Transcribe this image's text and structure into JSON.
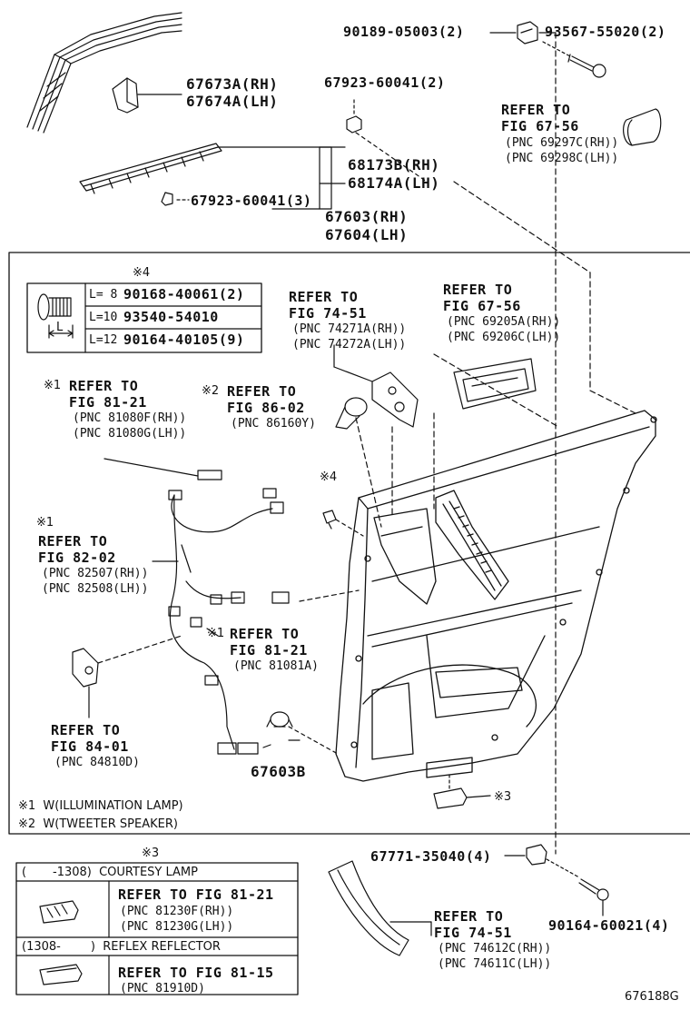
{
  "parts": {
    "p90189": "90189-05003(2)",
    "p93567": "93567-55020(2)",
    "p67673": "67673A(RH)",
    "p67674": "67674A(LH)",
    "p67923a": "67923-60041(2)",
    "p68173": "68173B(RH)",
    "p68174": "68174A(LH)",
    "p67923b": "67923-60041(3)",
    "p67603rh": "67603(RH)",
    "p67604lh": "67604(LH)",
    "p67603b": "67603B",
    "p67771": "67771-35040(4)",
    "p90164": "90164-60021(4)"
  },
  "refers": {
    "r6756top": {
      "l1": "REFER TO",
      "l2": "FIG 67-56",
      "l3": "(PNC 69297C(RH))",
      "l4": "(PNC 69298C(LH))"
    },
    "r7451": {
      "l1": "REFER TO",
      "l2": "FIG 74-51",
      "l3": "(PNC 74271A(RH))",
      "l4": "(PNC 74272A(LH))"
    },
    "r6756mid": {
      "l1": "REFER TO",
      "l2": "FIG 67-56",
      "l3": "(PNC 69205A(RH))",
      "l4": "(PNC 69206C(LH))"
    },
    "r8121a": {
      "mark": "※1",
      "l1": "REFER TO",
      "l2": "FIG 81-21",
      "l3": "(PNC 81080F(RH))",
      "l4": "(PNC 81080G(LH))"
    },
    "r8602": {
      "mark": "※2",
      "l1": "REFER TO",
      "l2": "FIG 86-02",
      "l3": "(PNC 86160Y)"
    },
    "r8202": {
      "mark": "※1",
      "l1": "REFER TO",
      "l2": "FIG 82-02",
      "l3": "(PNC 82507(RH))",
      "l4": "(PNC 82508(LH))"
    },
    "r8121b": {
      "mark": "※1",
      "l1": "REFER TO",
      "l2": "FIG 81-21",
      "l3": "(PNC 81081A)"
    },
    "r8401": {
      "l1": "REFER TO",
      "l2": "FIG 84-01",
      "l3": "(PNC 84810D)"
    },
    "r7451b": {
      "l1": "REFER TO",
      "l2": "FIG 74-51",
      "l3": "(PNC 74612C(RH))",
      "l4": "(PNC 74611C(LH))"
    }
  },
  "screw_table": {
    "mark": "※4",
    "rows": [
      {
        "len": "L= 8",
        "part": "90168-40061(2)"
      },
      {
        "len": "L=10",
        "part": "93540-54010"
      },
      {
        "len": "L=12",
        "part": "90164-40105(9)"
      }
    ],
    "dim": "L"
  },
  "marks": {
    "m3": "※3",
    "m4": "※4"
  },
  "notes": {
    "n1": "※1  W(ILLUMINATION LAMP)",
    "n2": "※2  W(TWEETER SPEAKER)"
  },
  "bottom_table": {
    "mark": "※3",
    "row1_head": "(       -1308)  COURTESY LAMP",
    "row1_l1": "REFER TO FIG 81-21",
    "row1_l2": "(PNC 81230F(RH))",
    "row1_l3": "(PNC 81230G(LH))",
    "row2_head": "(1308-        )  REFLEX REFLECTOR",
    "row2_l1": "REFER TO FIG 81-15",
    "row2_l2": "(PNC 81910D)"
  },
  "figure_id": "676188G"
}
